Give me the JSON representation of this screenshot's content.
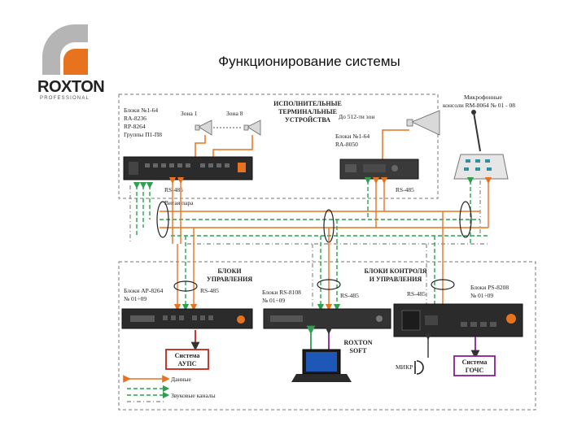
{
  "header": {
    "title": "Функционирование системы",
    "logo": {
      "brand": "ROXTON",
      "sub": "PROFESSIONAL"
    }
  },
  "top_area": {
    "title_lines": [
      "ИСПОЛНИТЕЛЬНЫЕ",
      "ТЕРМИНАЛЬНЫЕ",
      "УСТРОЙСТВА"
    ],
    "zone_1": "Зона 1",
    "zone_8": "Зона 8",
    "zones_512": "До 512-ти зон",
    "ra8236_lines": [
      "Блоки №1-64",
      "RA-8236",
      "RP-8264",
      "Группы П1-П8"
    ],
    "ra8050_lines": [
      "Блоки №1-64",
      "RA-8050"
    ],
    "rs485_left": "RS-485",
    "rs485_right": "RS-485",
    "twisted_pair": "Витая пара"
  },
  "mic_console_lines": [
    "Микрофонные",
    "консоли RM-8064 № 01 - 08"
  ],
  "bottom_area": {
    "control_units_lines": [
      "БЛОКИ",
      "УПРАВЛЕНИЯ"
    ],
    "control_mgmt_lines": [
      "БЛОКИ КОНТРОЛЯ",
      "И УПРАВЛЕНИЯ"
    ],
    "ap8264_lines": [
      "Блоки AP-8264",
      "№ 01÷09"
    ],
    "rs8108_lines": [
      "Блоки RS-8108",
      "№ 01÷09"
    ],
    "ps8208_lines": [
      "Блоки PS-8208",
      "№ 01÷09"
    ],
    "rs485_a": "RS-485",
    "rs485_b": "RS-485",
    "rs485_c": "RS-485",
    "soft_lines": [
      "ROXTON",
      "SOFT"
    ],
    "apps_lines": [
      "Система",
      "АУПС"
    ],
    "gochs_lines": [
      "Система",
      "ГОЧС"
    ],
    "mic": "МИКР"
  },
  "legend": {
    "data": "Данные",
    "audio": "Звуковые каналы"
  },
  "colors": {
    "orange": "#e8731e",
    "green": "#2e9e4f",
    "red": "#c0241c",
    "purple": "#8a1f8c",
    "dashed_border": "#777777"
  }
}
